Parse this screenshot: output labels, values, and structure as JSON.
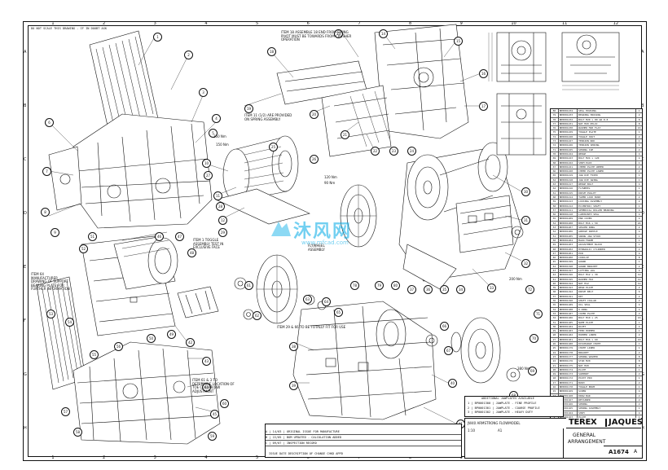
{
  "sheet": {
    "note_top_left": "DO NOT SCALE THIS DRAWING - IF IN DOUBT ASK",
    "zone_columns": [
      "1",
      "2",
      "3",
      "4",
      "5",
      "6",
      "7",
      "8",
      "9",
      "10",
      "11",
      "12"
    ],
    "zone_rows": [
      "A",
      "B",
      "C",
      "D",
      "E",
      "F",
      "G",
      "H"
    ]
  },
  "callouts": {
    "pivot_note": "ITEM 18 ASSEMBLE 18 END FROM SWING PIVOT MUST BE TOWARDS FROM CRUSHER OPERATION",
    "spring_note": "ITEM 11 (1/2) ARE PROVIDED ON SPRING ASSEMBLY",
    "toggle_note": "ITEM 1 TOGGLE ASSEMBLY TEST IN EXCLUSIVE FACE",
    "jaw_note": "ITEM 64 MANUFACTURER DRAWING OF SUPPORT BEARING PLATE FOR FURTHER INFORMATION",
    "lower_note": "ITEM 61 & 3 TO DETERMINE LOCATION OF TOE COLLAR/JAW ADJUSTMENT",
    "flywheel_note": "FLYWHEEL ASSEMBLY",
    "bottom_note": "ITEM 29 & 66 TO BE TOTALLY FIT FOR USE",
    "torque_notes": [
      "250 Nm",
      "150 Nm",
      "120 Nm",
      "90 Nm",
      "200 Nm",
      "380 Nm"
    ]
  },
  "balloons": [
    "1",
    "2",
    "3",
    "4",
    "5",
    "6",
    "7",
    "8",
    "9",
    "10",
    "11",
    "12",
    "13",
    "14",
    "15",
    "16",
    "17",
    "18",
    "19",
    "20",
    "21",
    "22",
    "23",
    "24",
    "25",
    "26",
    "27",
    "28",
    "29",
    "30",
    "31",
    "32",
    "33",
    "34",
    "35",
    "36",
    "37",
    "38",
    "39",
    "40",
    "41",
    "42",
    "43",
    "44",
    "45",
    "46",
    "47",
    "48",
    "49",
    "50",
    "51",
    "52",
    "53",
    "54",
    "55",
    "56",
    "57",
    "58",
    "59",
    "60",
    "61",
    "62",
    "63",
    "64",
    "65",
    "66",
    "67",
    "68",
    "69",
    "70",
    "71",
    "72",
    "73",
    "74",
    "75",
    "76",
    "77",
    "78",
    "79",
    "80"
  ],
  "bom": {
    "rows": [
      {
        "item": "80",
        "part": "BP0001234",
        "desc": "SEAL HOUSING",
        "qty": "1"
      },
      {
        "item": "79",
        "part": "BP0001233",
        "desc": "BEARING HOUSING",
        "qty": "2"
      },
      {
        "item": "78",
        "part": "BP0001232",
        "desc": "BOLT M20 x 80 GR 8.8",
        "qty": "8"
      },
      {
        "item": "77",
        "part": "BP0001231",
        "desc": "NUT M20 NYLOC",
        "qty": "8"
      },
      {
        "item": "76",
        "part": "BP0001230",
        "desc": "WASHER M20 FLAT",
        "qty": "16"
      },
      {
        "item": "75",
        "part": "BP0001229",
        "desc": "TOGGLE PLATE",
        "qty": "1"
      },
      {
        "item": "74",
        "part": "BP0001228",
        "desc": "TOGGLE SEAT",
        "qty": "2"
      },
      {
        "item": "73",
        "part": "BP0001227",
        "desc": "TENSION ROD",
        "qty": "1"
      },
      {
        "item": "72",
        "part": "BP0001226",
        "desc": "TENSION SPRING",
        "qty": "1"
      },
      {
        "item": "71",
        "part": "BP0001225",
        "desc": "SPRING CUP",
        "qty": "2"
      },
      {
        "item": "70",
        "part": "BP0001224",
        "desc": "WEDGE",
        "qty": "4"
      },
      {
        "item": "69",
        "part": "BP0001223",
        "desc": "BOLT M24 x 120",
        "qty": "4"
      },
      {
        "item": "68",
        "part": "BP0001222",
        "desc": "SHIM PACK",
        "qty": "1"
      },
      {
        "item": "67",
        "part": "BP0001221",
        "desc": "CHEEK PLATE UPPER",
        "qty": "2"
      },
      {
        "item": "66",
        "part": "BP0001220",
        "desc": "CHEEK PLATE LOWER",
        "qty": "2"
      },
      {
        "item": "65",
        "part": "BP0001219",
        "desc": "JAW DIE FIXED",
        "qty": "1"
      },
      {
        "item": "64",
        "part": "BP0001218",
        "desc": "JAW DIE SWING",
        "qty": "1"
      },
      {
        "item": "63",
        "part": "BP0001217",
        "desc": "WEDGE BOLT",
        "qty": "4"
      },
      {
        "item": "62",
        "part": "BP0001216",
        "desc": "FLYWHEEL",
        "qty": "1"
      },
      {
        "item": "61",
        "part": "BP0001215",
        "desc": "DRIVE PULLEY",
        "qty": "1"
      },
      {
        "item": "60",
        "part": "BP0001214",
        "desc": "TAPER LOCK BUSH",
        "qty": "2"
      },
      {
        "item": "59",
        "part": "BP0001213",
        "desc": "LOCKING ASSEMBLY",
        "qty": "2"
      },
      {
        "item": "58",
        "part": "BP0001212",
        "desc": "ECCENTRIC SHAFT",
        "qty": "1"
      },
      {
        "item": "57",
        "part": "BP0001211",
        "desc": "SPHERICAL ROLLER BEARING",
        "qty": "4"
      },
      {
        "item": "56",
        "part": "BP0001210",
        "desc": "LABYRINTH SEAL",
        "qty": "4"
      },
      {
        "item": "55",
        "part": "BP0001209",
        "desc": "END COVER",
        "qty": "4"
      },
      {
        "item": "54",
        "part": "BP0001208",
        "desc": "BOLT M16 x 50",
        "qty": "24"
      },
      {
        "item": "53",
        "part": "BP0001207",
        "desc": "SPACER RING",
        "qty": "2"
      },
      {
        "item": "52",
        "part": "BP0001206",
        "desc": "GREASE NIPPLE",
        "qty": "4"
      },
      {
        "item": "51",
        "part": "BP0001205",
        "desc": "SWING JAW STOCK",
        "qty": "1"
      },
      {
        "item": "50",
        "part": "BP0001204",
        "desc": "MAIN FRAME",
        "qty": "1"
      },
      {
        "item": "49",
        "part": "BP0001203",
        "desc": "ADJUSTMENT BLOCK",
        "qty": "1"
      },
      {
        "item": "48",
        "part": "BP0001202",
        "desc": "HYDRAULIC CYLINDER",
        "qty": "2"
      },
      {
        "item": "47",
        "part": "BP0001201",
        "desc": "PIN",
        "qty": "4"
      },
      {
        "item": "46",
        "part": "BP0001200",
        "desc": "CIRCLIP",
        "qty": "8"
      },
      {
        "item": "45",
        "part": "BP0001199",
        "desc": "GUARD",
        "qty": "1"
      },
      {
        "item": "44",
        "part": "BP0001198",
        "desc": "GUARD BRACKET",
        "qty": "2"
      },
      {
        "item": "43",
        "part": "BP0001197",
        "desc": "LIFTING LUG",
        "qty": "4"
      },
      {
        "item": "42",
        "part": "BP0001196",
        "desc": "BOLT M12 x 30",
        "qty": "12"
      },
      {
        "item": "41",
        "part": "BP0001195",
        "desc": "WASHER M12",
        "qty": "12"
      },
      {
        "item": "40",
        "part": "BP0001194",
        "desc": "NUT M12",
        "qty": "12"
      },
      {
        "item": "39",
        "part": "BP0001193",
        "desc": "WEAR PLATE",
        "qty": "2"
      },
      {
        "item": "38",
        "part": "BP0001192",
        "desc": "DRIVE BELT",
        "qty": "6"
      },
      {
        "item": "37",
        "part": "BP0001191",
        "desc": "KEY",
        "qty": "2"
      },
      {
        "item": "36",
        "part": "BP0001190",
        "desc": "SHAFT COLLAR",
        "qty": "2"
      },
      {
        "item": "35",
        "part": "BP0001189",
        "desc": "OIL SEAL",
        "qty": "4"
      },
      {
        "item": "34",
        "part": "BP0001188",
        "desc": "O-RING",
        "qty": "4"
      },
      {
        "item": "33",
        "part": "BP0001187",
        "desc": "COVER PLATE",
        "qty": "2"
      },
      {
        "item": "32",
        "part": "BP0001186",
        "desc": "BOLT M10 x 25",
        "qty": "16"
      },
      {
        "item": "31",
        "part": "BP0001185",
        "desc": "NAME PLATE",
        "qty": "1"
      },
      {
        "item": "30",
        "part": "BP0001184",
        "desc": "RIVET",
        "qty": "4"
      },
      {
        "item": "29",
        "part": "BP0001183",
        "desc": "FEED HOPPER",
        "qty": "1"
      },
      {
        "item": "28",
        "part": "BP0001182",
        "desc": "HOPPER LINER",
        "qty": "2"
      },
      {
        "item": "27",
        "part": "BP0001181",
        "desc": "BOLT M16 x 60",
        "qty": "10"
      },
      {
        "item": "26",
        "part": "BP0001180",
        "desc": "DISCHARGE CHUTE",
        "qty": "1"
      },
      {
        "item": "25",
        "part": "BP0001179",
        "desc": "CHUTE LINER",
        "qty": "1"
      },
      {
        "item": "24",
        "part": "BP0001178",
        "desc": "BRACKET",
        "qty": "2"
      },
      {
        "item": "23",
        "part": "BP0001177",
        "desc": "SPRING WASHER",
        "qty": "8"
      },
      {
        "item": "22",
        "part": "BP0001176",
        "desc": "STUD M20",
        "qty": "8"
      },
      {
        "item": "21",
        "part": "BP0001175",
        "desc": "NUT M20",
        "qty": "8"
      },
      {
        "item": "20",
        "part": "BP0001174",
        "desc": "PLATE",
        "qty": "1"
      },
      {
        "item": "19",
        "part": "BP0001173",
        "desc": "SUPPORT",
        "qty": "2"
      },
      {
        "item": "18",
        "part": "BP0001172",
        "desc": "PIVOT PIN",
        "qty": "1"
      },
      {
        "item": "17",
        "part": "BP0001171",
        "desc": "BUSH",
        "qty": "2"
      },
      {
        "item": "16",
        "part": "BP0001170",
        "desc": "TOGGLE BEAM",
        "qty": "1"
      },
      {
        "item": "15",
        "part": "BP0001169",
        "desc": "SCREW",
        "qty": "4"
      },
      {
        "item": "14",
        "part": "BP0001168",
        "desc": "DRAW BAR",
        "qty": "2"
      },
      {
        "item": "13",
        "part": "BP0001167",
        "desc": "RETAINER",
        "qty": "2"
      },
      {
        "item": "12",
        "part": "BP0001166",
        "desc": "SPRING",
        "qty": "2"
      },
      {
        "item": "11",
        "part": "BP0001165",
        "desc": "SPRING ASSEMBLY",
        "qty": "1"
      },
      {
        "item": "10",
        "part": "BP0001164",
        "desc": "SHIM",
        "qty": "4"
      },
      {
        "item": "9",
        "part": "BP0001163",
        "desc": "PLATE",
        "qty": "1"
      },
      {
        "item": "8",
        "part": "BP0001162",
        "desc": "BOLT",
        "qty": "4"
      },
      {
        "item": "7",
        "part": "BP0001161",
        "desc": "NUT",
        "qty": "4"
      },
      {
        "item": "6",
        "part": "BP0001160",
        "desc": "WASHER",
        "qty": "8"
      },
      {
        "item": "5",
        "part": "BP0001159",
        "desc": "HOUSING",
        "qty": "1"
      },
      {
        "item": "4",
        "part": "BP0001158",
        "desc": "BEARING",
        "qty": "2"
      },
      {
        "item": "3",
        "part": "BP0001157",
        "desc": "JAW PLATE",
        "qty": "2"
      },
      {
        "item": "2",
        "part": "BP0001156",
        "desc": "SWING JAW",
        "qty": "1"
      },
      {
        "item": "1",
        "part": "BP0001155",
        "desc": "TOGGLE ASSEMBLY",
        "qty": "1"
      }
    ]
  },
  "optional_table": {
    "title": "ADDITIONAL JAWPLATES AVAILABLE",
    "rows": [
      "1 | BP0001300 | JAWPLATE - FINE PROFILE",
      "2 | BP0001301 | JAWPLATE - COARSE PROFILE",
      "3 | BP0001302 | JAWPLATE - HEAVY DUTY"
    ]
  },
  "revisions": {
    "rows": [
      "A | 14/03 | ORIGINAL ISSUE FOR MANUFACTURE",
      "B | 22/05 | BOM UPDATED - CALCULATION ADDED",
      "C | 09/07 | INSPECTION RECORD"
    ],
    "footer": "ISSUE  DATE  DESCRIPTION OF CHANGE  CHKD  APPD"
  },
  "title_block": {
    "brand_left": "TEREX",
    "brand_right": "JAQUES",
    "title": "GENERAL",
    "subtitle": "ARRANGEMENT",
    "drawing_no": "A1674",
    "sheet": "A",
    "model_line": "JW40 ARMSTRONG FLOWMODEL",
    "scale": "1:10",
    "sheet_size": "A1"
  },
  "watermark": {
    "text": "沐风网",
    "url": "www.mfcad.com"
  }
}
